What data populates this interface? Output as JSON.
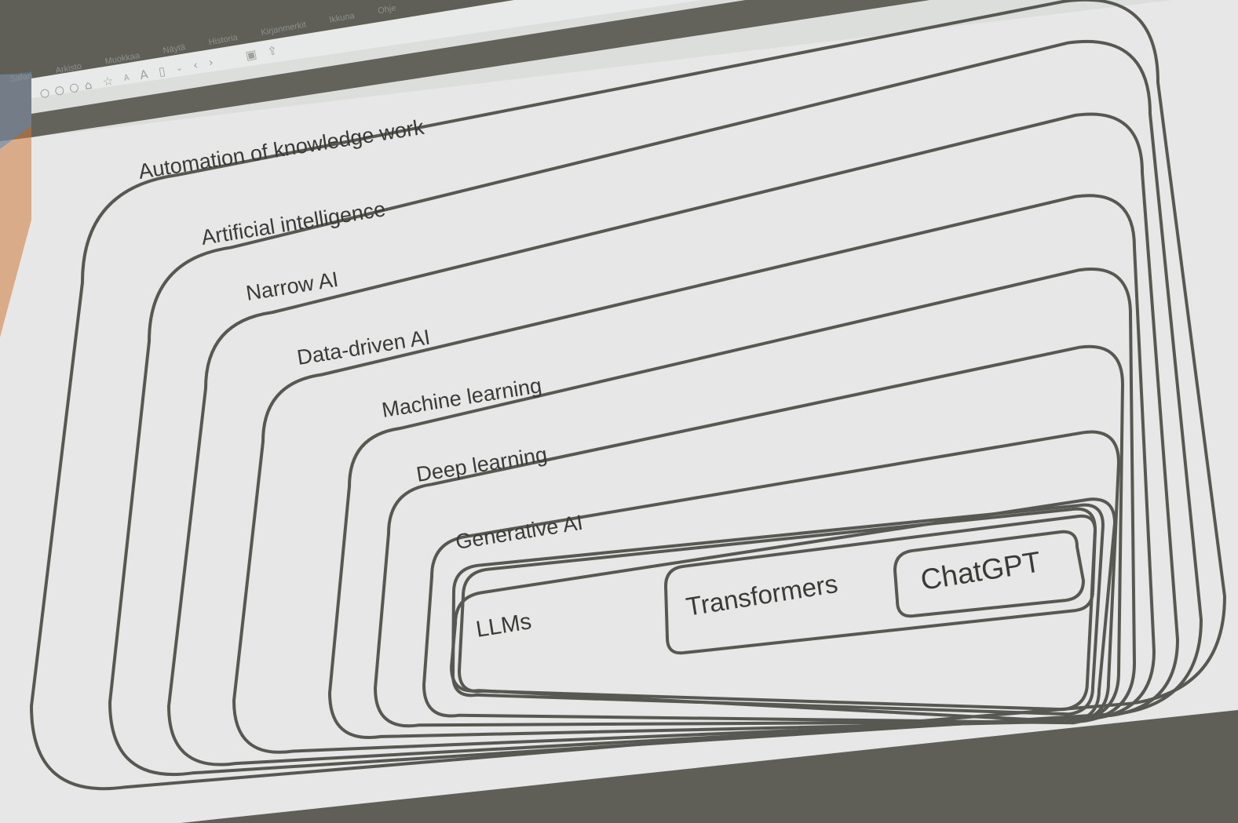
{
  "menubar": {
    "items": [
      "Safari",
      "Arkisto",
      "Muokkaa",
      "Näytä",
      "Historia",
      "Kirjanmerkit",
      "Ikkuna",
      "Ohje"
    ]
  },
  "toolbar": {
    "icons": [
      "window-controls",
      "home-icon",
      "star-icon",
      "text-smaller-icon",
      "text-larger-icon",
      "sidebar-icon",
      "chevron-down-icon",
      "back-icon",
      "forward-icon",
      "screenshot-icon",
      "share-icon"
    ]
  },
  "diagram": {
    "levels": [
      "Automation of knowledge work",
      "Artificial intelligence",
      "Narrow AI",
      "Data-driven AI",
      "Machine learning",
      "Deep learning",
      "Generative AI",
      "LLMs"
    ],
    "inner": {
      "transformers": "Transformers",
      "chatgpt": "ChatGPT"
    }
  },
  "colors": {
    "slide_background": "#e6e7e6",
    "outline": "#585853",
    "text": "#3a3a37",
    "bezel": "#5f5f58"
  }
}
